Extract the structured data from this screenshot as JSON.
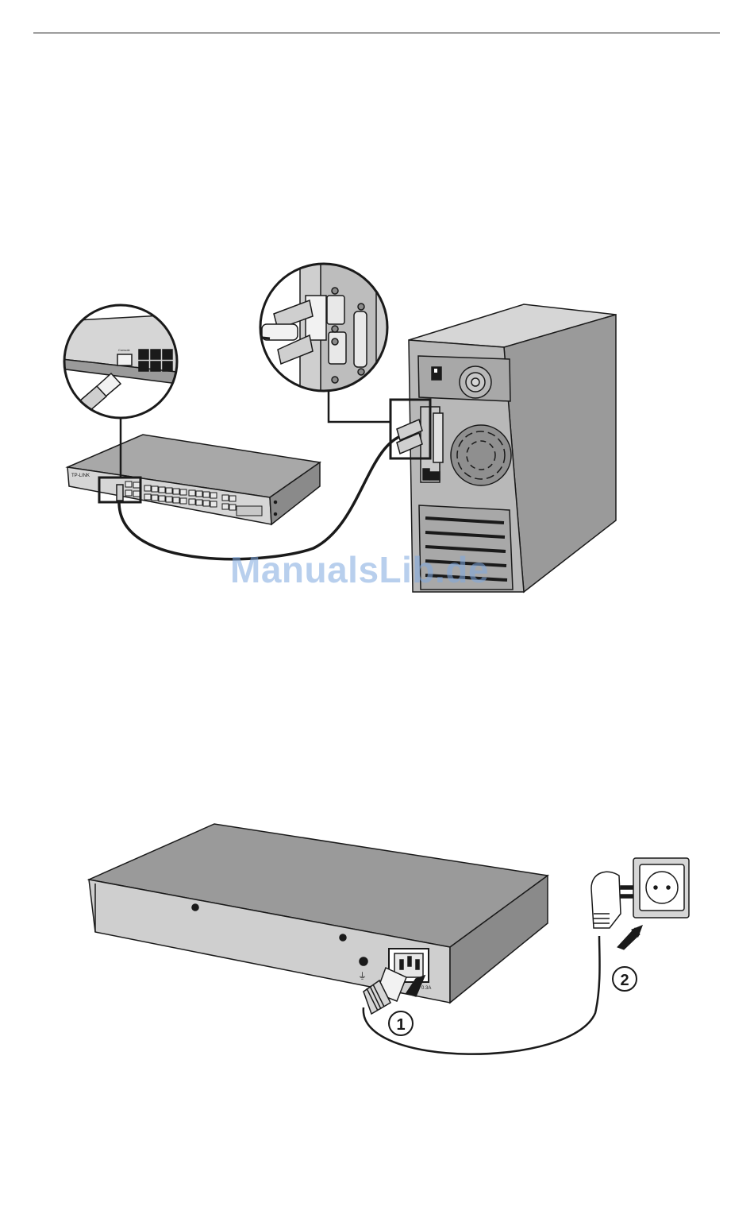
{
  "watermark": "ManualsLib.de",
  "switch_brand": "TP-LINK",
  "console_label": "Console",
  "power_rating": "0.3A",
  "step_markers": [
    "1",
    "2"
  ],
  "ground_symbol": "⏚",
  "colors": {
    "line": "#1a1a1a",
    "fill_dark": "#9a9a9a",
    "fill_mid": "#b8b8b8",
    "fill_light": "#d6d6d6",
    "watermark": "#7fa9e0"
  }
}
